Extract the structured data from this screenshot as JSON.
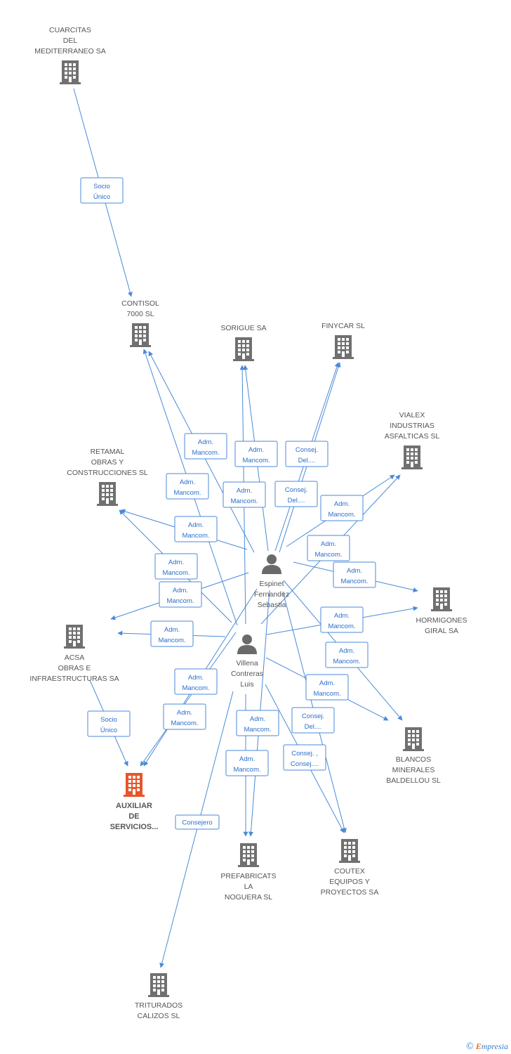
{
  "colors": {
    "edge": "#4a8ad8",
    "company": "#707070",
    "main_company": "#e8552a",
    "person": "#6a6a6a",
    "label": "#555555"
  },
  "nodes": [
    {
      "id": "cuarcitas",
      "kind": "company",
      "lines": [
        "CUARCITAS",
        "DEL",
        "MEDITERRANEO SA"
      ]
    },
    {
      "id": "contisol",
      "kind": "company",
      "lines": [
        "CONTISOL",
        "7000 SL"
      ]
    },
    {
      "id": "sorigue",
      "kind": "company",
      "lines": [
        "SORIGUE SA"
      ]
    },
    {
      "id": "finycar",
      "kind": "company",
      "lines": [
        "FINYCAR SL"
      ]
    },
    {
      "id": "vialex",
      "kind": "company",
      "lines": [
        "VIALEX",
        "INDUSTRIAS",
        "ASFALTICAS SL"
      ]
    },
    {
      "id": "retamal",
      "kind": "company",
      "lines": [
        "RETAMAL",
        "OBRAS Y",
        "CONSTRUCCIONES SL"
      ]
    },
    {
      "id": "hormigones",
      "kind": "company",
      "lines": [
        "HORMIGONES",
        "GIRAL SA"
      ]
    },
    {
      "id": "acsa",
      "kind": "company",
      "lines": [
        "ACSA",
        "OBRAS E",
        "INFRAESTRUCTURAS SA"
      ]
    },
    {
      "id": "blancos",
      "kind": "company",
      "lines": [
        "BLANCOS",
        "MINERALES",
        "BALDELLOU SL"
      ]
    },
    {
      "id": "auxiliar",
      "kind": "main",
      "lines": [
        "AUXILIAR",
        "DE",
        "SERVICIOS..."
      ]
    },
    {
      "id": "prefabricats",
      "kind": "company",
      "lines": [
        "PREFABRICATS",
        "LA",
        "NOGUERA SL"
      ]
    },
    {
      "id": "coutex",
      "kind": "company",
      "lines": [
        "COUTEX",
        "EQUIPOS Y",
        "PROYECTOS SA"
      ]
    },
    {
      "id": "triturados",
      "kind": "company",
      "lines": [
        "TRITURADOS",
        "CALIZOS SL"
      ]
    },
    {
      "id": "espinet",
      "kind": "person",
      "lines": [
        "Espinet",
        "Fernandez",
        "Sebastia"
      ]
    },
    {
      "id": "villena",
      "kind": "person",
      "lines": [
        "Villena",
        "Contreras",
        "Luis"
      ]
    }
  ],
  "edges": [
    {
      "id": "e1",
      "from": "cuarcitas",
      "to": "contisol",
      "lines": [
        "Socio",
        "Único"
      ]
    },
    {
      "id": "e2",
      "from": "acsa",
      "to": "auxiliar",
      "lines": [
        "Socio",
        "Único"
      ]
    },
    {
      "id": "e3",
      "from": "villena",
      "to": "contisol",
      "lines": [
        "Adm.",
        "Mancom."
      ]
    },
    {
      "id": "e4",
      "from": "espinet",
      "to": "contisol",
      "lines": [
        "Adm.",
        "Mancom."
      ]
    },
    {
      "id": "e5",
      "from": "villena",
      "to": "sorigue",
      "lines": [
        "Adm.",
        "Mancom."
      ]
    },
    {
      "id": "e6",
      "from": "espinet",
      "to": "sorigue",
      "lines": [
        "Adm.",
        "Mancom."
      ]
    },
    {
      "id": "e7",
      "from": "espinet",
      "to": "finycar",
      "lines": [
        "Consej.",
        "Del...."
      ]
    },
    {
      "id": "e8",
      "from": "espinet",
      "to": "finycar",
      "lines": [
        "Consej.",
        "Del...."
      ]
    },
    {
      "id": "e9",
      "from": "espinet",
      "to": "retamal",
      "lines": [
        "Adm.",
        "Mancom."
      ]
    },
    {
      "id": "e10",
      "from": "villena",
      "to": "retamal",
      "lines": [
        "Adm.",
        "Mancom."
      ]
    },
    {
      "id": "e11",
      "from": "espinet",
      "to": "vialex",
      "lines": [
        "Adm.",
        "Mancom."
      ]
    },
    {
      "id": "e12",
      "from": "villena",
      "to": "vialex",
      "lines": [
        "Adm.",
        "Mancom."
      ]
    },
    {
      "id": "e13",
      "from": "espinet",
      "to": "hormigones",
      "lines": [
        "Adm.",
        "Mancom."
      ]
    },
    {
      "id": "e14",
      "from": "villena",
      "to": "hormigones",
      "lines": [
        "Adm.",
        "Mancom."
      ]
    },
    {
      "id": "e15",
      "from": "espinet",
      "to": "acsa",
      "lines": [
        "Adm.",
        "Mancom."
      ]
    },
    {
      "id": "e16",
      "from": "villena",
      "to": "acsa",
      "lines": [
        "Adm.",
        "Mancom."
      ]
    },
    {
      "id": "e17",
      "from": "espinet",
      "to": "blancos",
      "lines": [
        "Adm.",
        "Mancom."
      ]
    },
    {
      "id": "e18",
      "from": "villena",
      "to": "blancos",
      "lines": [
        "Adm.",
        "Mancom."
      ]
    },
    {
      "id": "e19",
      "from": "villena",
      "to": "auxiliar",
      "lines": [
        "Adm.",
        "Mancom."
      ]
    },
    {
      "id": "e20",
      "from": "espinet",
      "to": "auxiliar",
      "lines": [
        "Adm.",
        "Mancom."
      ]
    },
    {
      "id": "e21",
      "from": "espinet",
      "to": "prefabricats",
      "lines": [
        "Adm.",
        "Mancom."
      ]
    },
    {
      "id": "e22",
      "from": "villena",
      "to": "prefabricats",
      "lines": [
        "Adm.",
        "Mancom."
      ]
    },
    {
      "id": "e23",
      "from": "espinet",
      "to": "coutex",
      "lines": [
        "Consej.",
        "Del...."
      ]
    },
    {
      "id": "e24",
      "from": "villena",
      "to": "coutex",
      "lines": [
        "Consej. ,",
        "Consej...."
      ]
    },
    {
      "id": "e25",
      "from": "villena",
      "to": "triturados",
      "lines": [
        "Consejero"
      ]
    }
  ],
  "footer": {
    "copyright": "©",
    "brand_initial": "E",
    "brand_rest": "mpresia"
  }
}
